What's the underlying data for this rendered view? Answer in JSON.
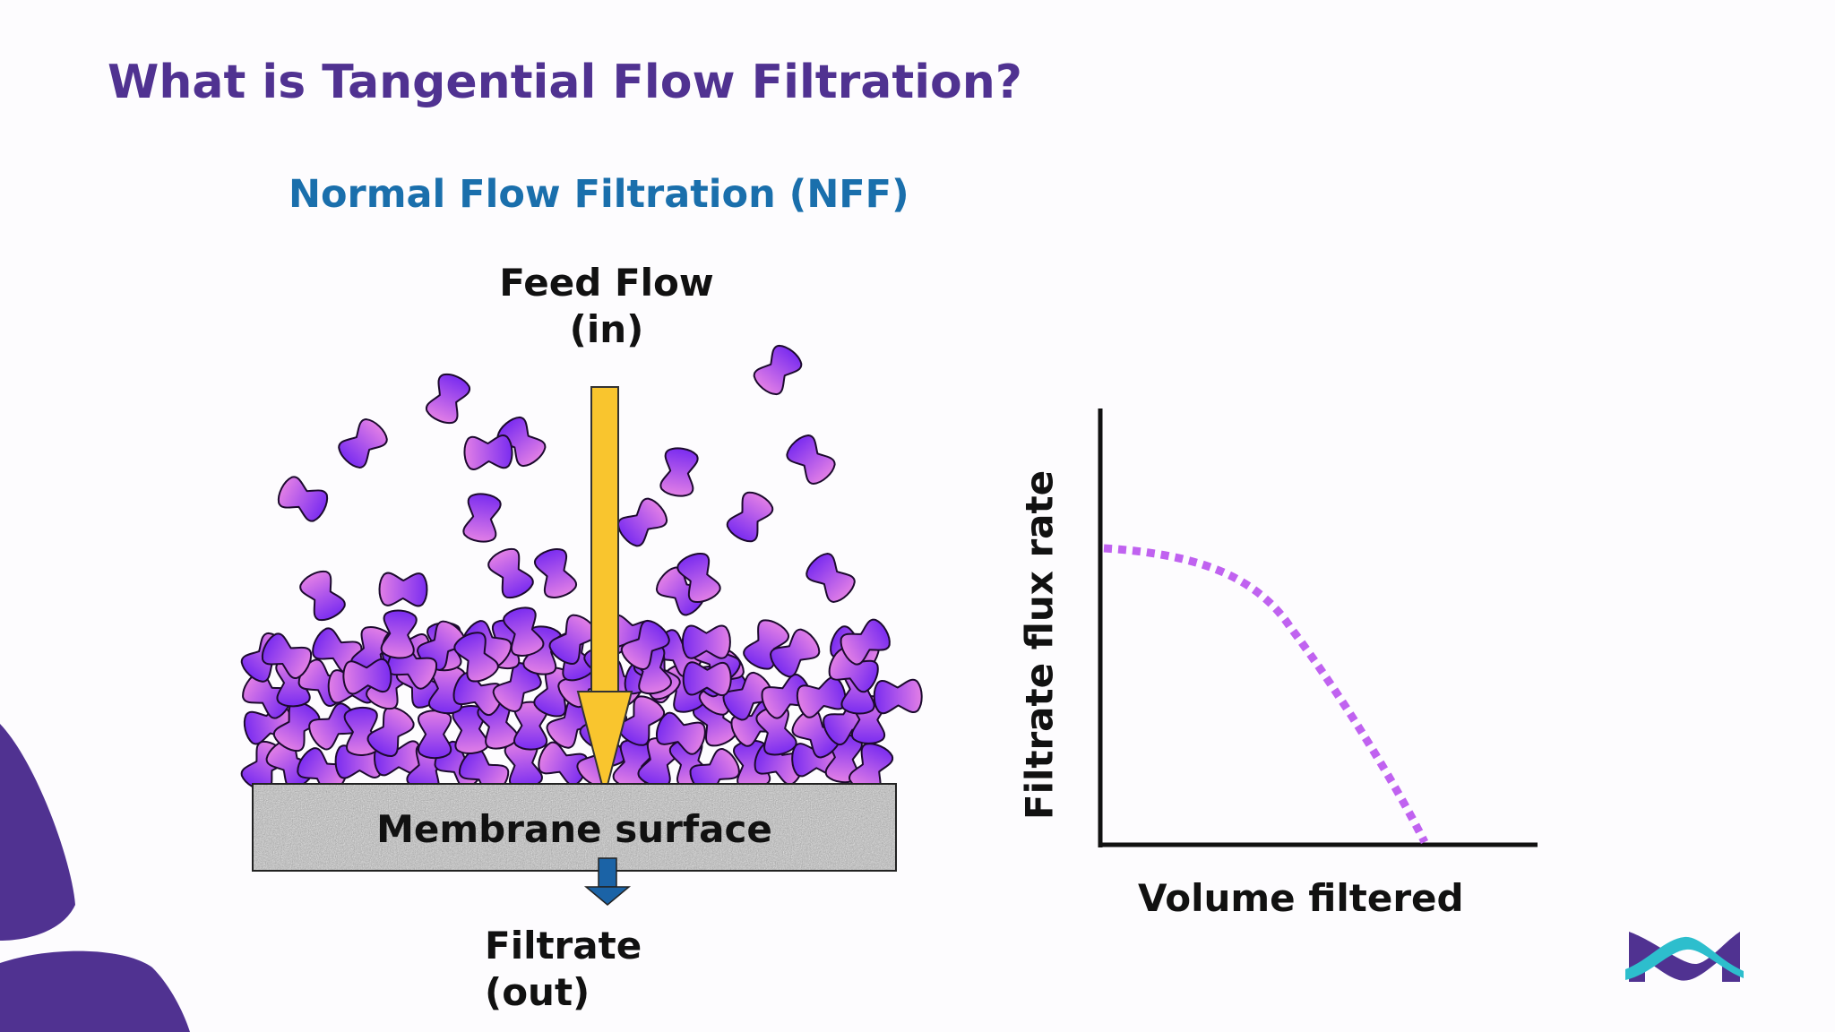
{
  "slide": {
    "title": "What is Tangential Flow Filtration?",
    "subtitle": "Normal Flow Filtration (NFF)"
  },
  "diagram": {
    "feed_line1": "Feed Flow",
    "feed_line2": "(in)",
    "membrane_label": "Membrane surface",
    "filtrate_line1": "Filtrate",
    "filtrate_line2": "(out)"
  },
  "graph": {
    "x_label": "Volume filtered",
    "y_label": "Filtrate flux rate",
    "curve_color": "#c062f0"
  },
  "colors": {
    "title": "#503291",
    "subtitle": "#1a6fac",
    "feed_arrow": "#f9c52e",
    "filtrate_arrow": "#1b63a6",
    "particle_top": "#d96fe6",
    "particle_bottom": "#7a2cf0",
    "brand_purple": "#503291",
    "brand_teal": "#2dbecd"
  },
  "icons": {
    "particle": "protein-particle-icon",
    "logo": "merck-m-logo"
  }
}
